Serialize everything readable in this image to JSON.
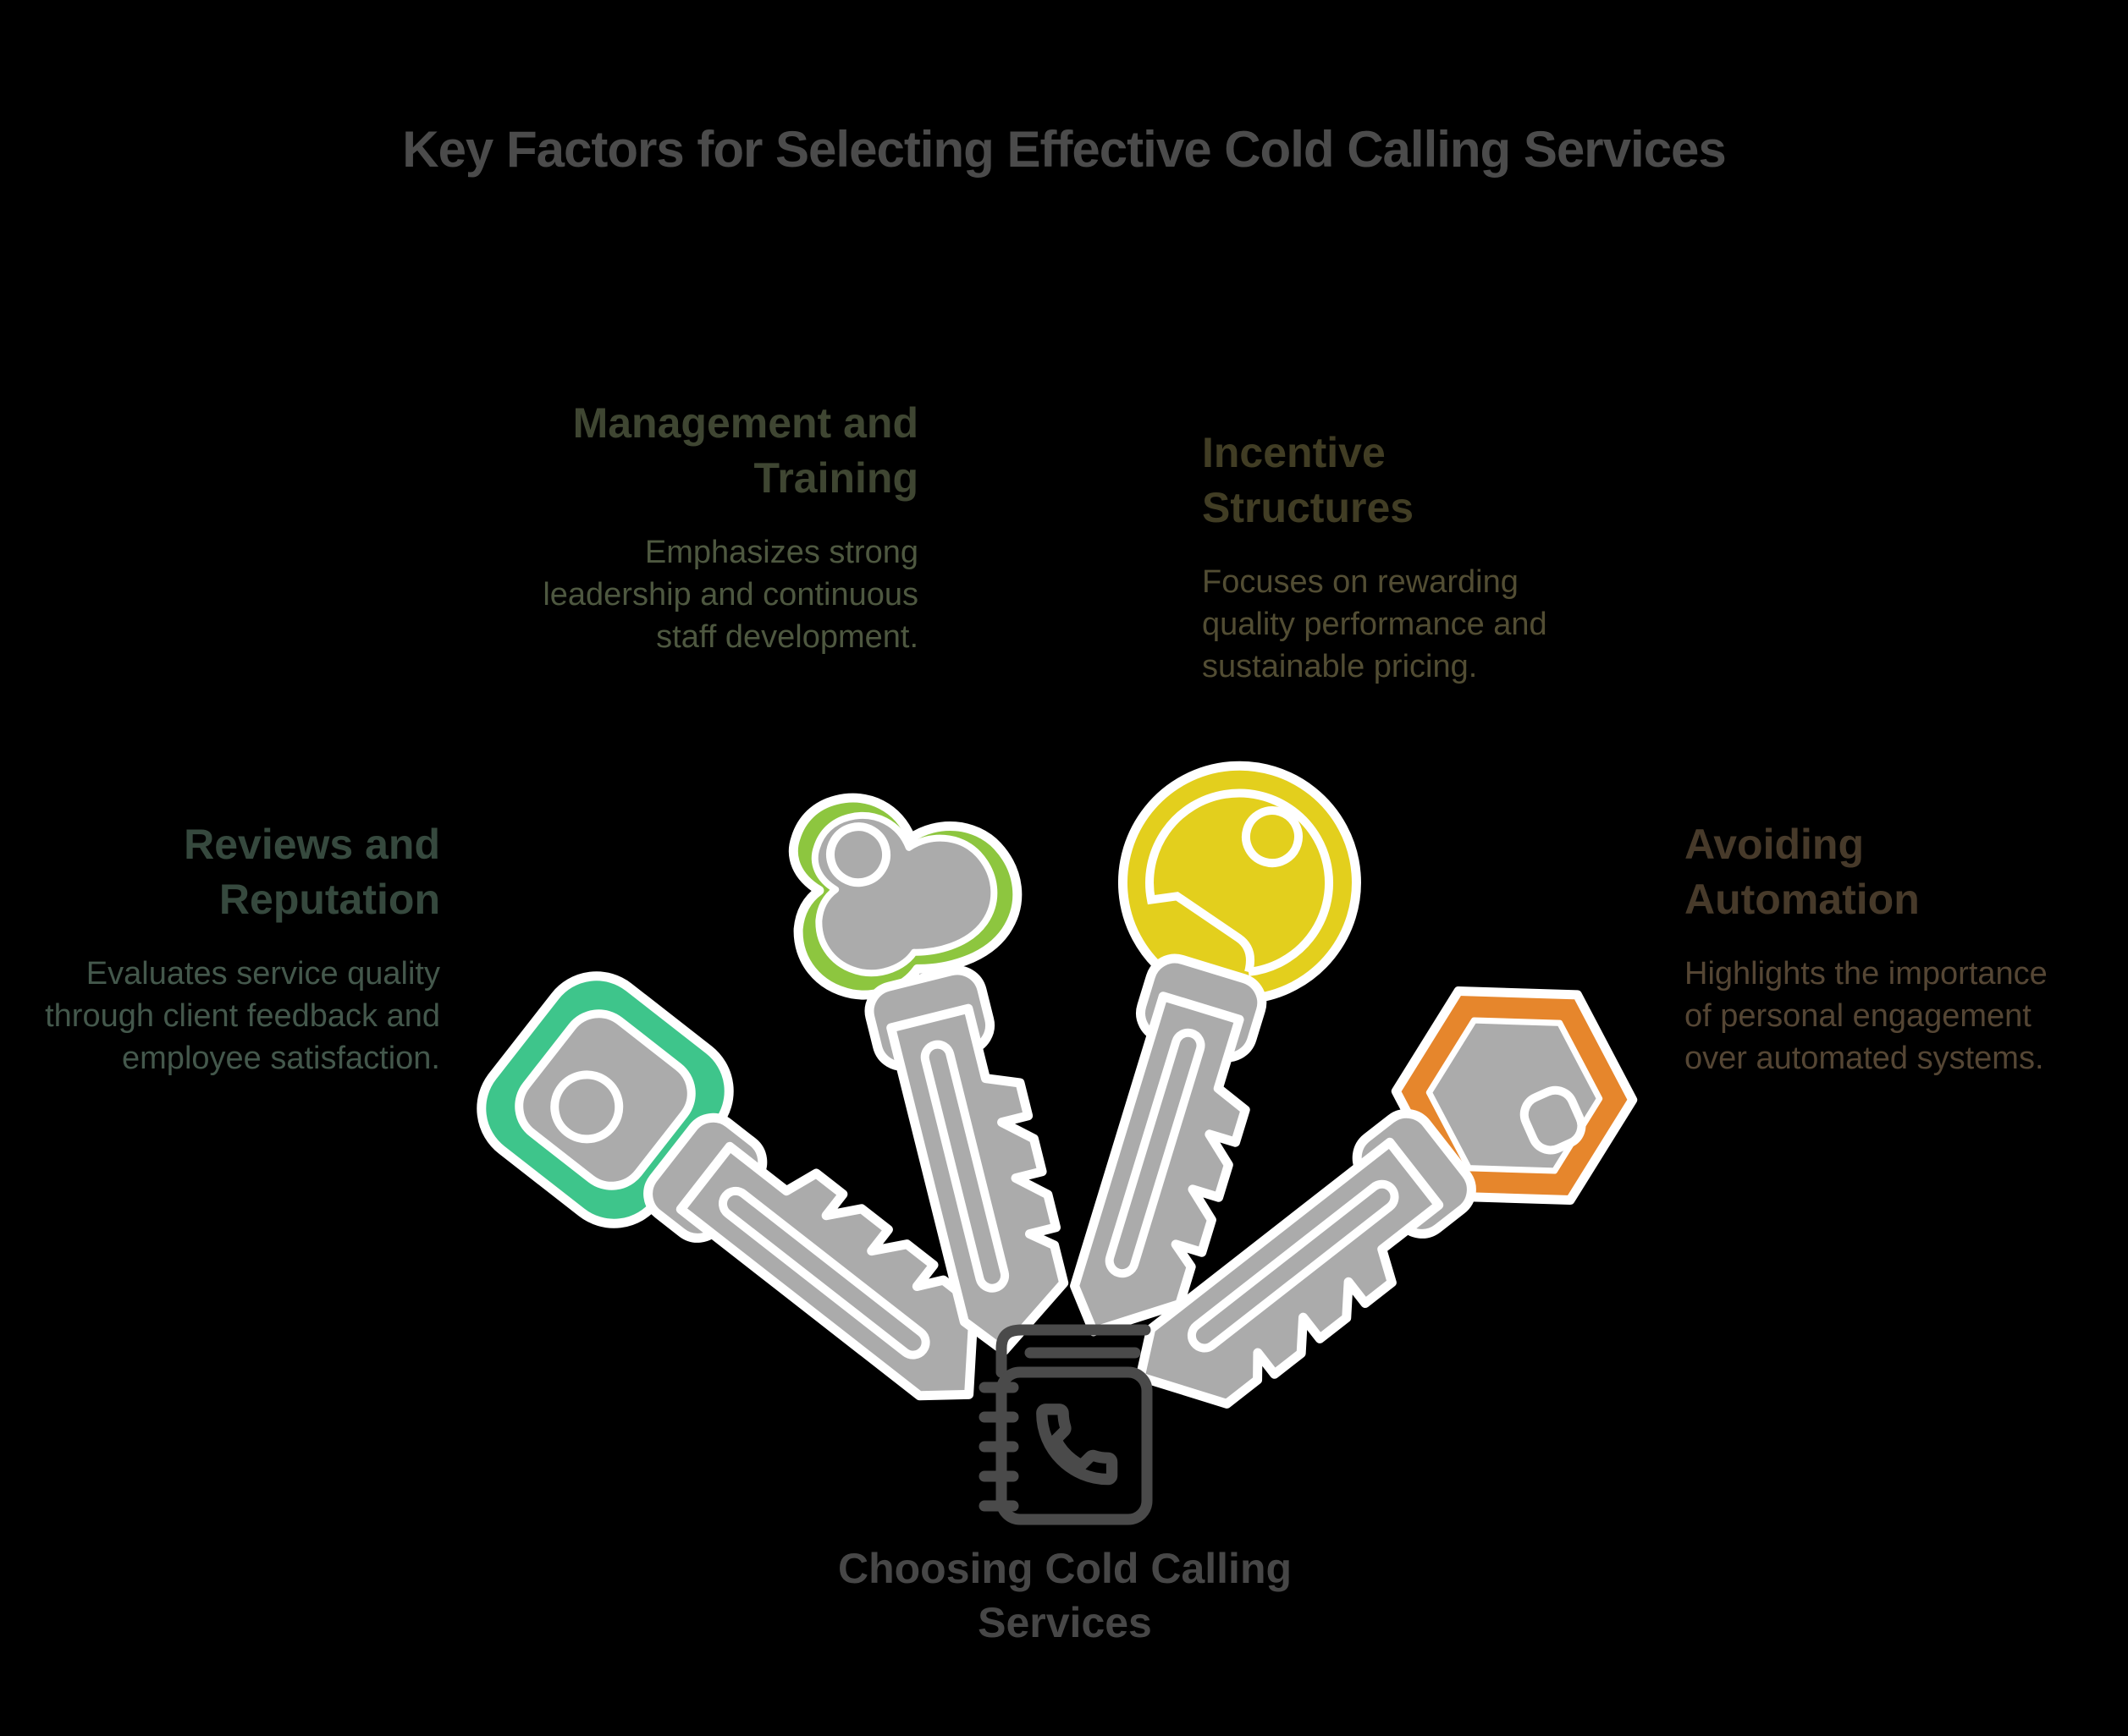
{
  "title": {
    "text": "Key Factors for Selecting Effective Cold Calling Services",
    "color": "#4B4B4B"
  },
  "factors": [
    {
      "name": "management-and-training",
      "heading": "Management and Training",
      "description": "Emphasizes strong leadership and continuous staff development.",
      "heading_color": "#3F4632",
      "body_color": "#4E5840",
      "accent": "#8DC63F",
      "key_head_shape": "cloud"
    },
    {
      "name": "incentive-structures",
      "heading": "Incentive Structures",
      "description": "Focuses on rewarding quality performance and sustainable pricing.",
      "heading_color": "#413D24",
      "body_color": "#524D33",
      "accent": "#E3CF1D",
      "key_head_shape": "circle"
    },
    {
      "name": "reviews-and-reputation",
      "heading": "Reviews and Reputation",
      "description": "Evaluates service quality through client feedback and employee satisfaction.",
      "heading_color": "#36493E",
      "body_color": "#44584C",
      "accent": "#3EC58B",
      "key_head_shape": "rounded-square"
    },
    {
      "name": "avoiding-automation",
      "heading": "Avoiding Automation",
      "description": "Highlights the importance of personal engagement over automated systems.",
      "heading_color": "#473A2A",
      "body_color": "#554634",
      "accent": "#E6862C",
      "key_head_shape": "hexagon"
    }
  ],
  "center": {
    "label": "Choosing Cold Calling Services",
    "label_color": "#474747",
    "icon": "phone-book-icon",
    "icon_color": "#4A4A4A"
  },
  "palette": {
    "metal": "#ABABAB",
    "outline": "#FFFFFF",
    "background": "#000000"
  }
}
